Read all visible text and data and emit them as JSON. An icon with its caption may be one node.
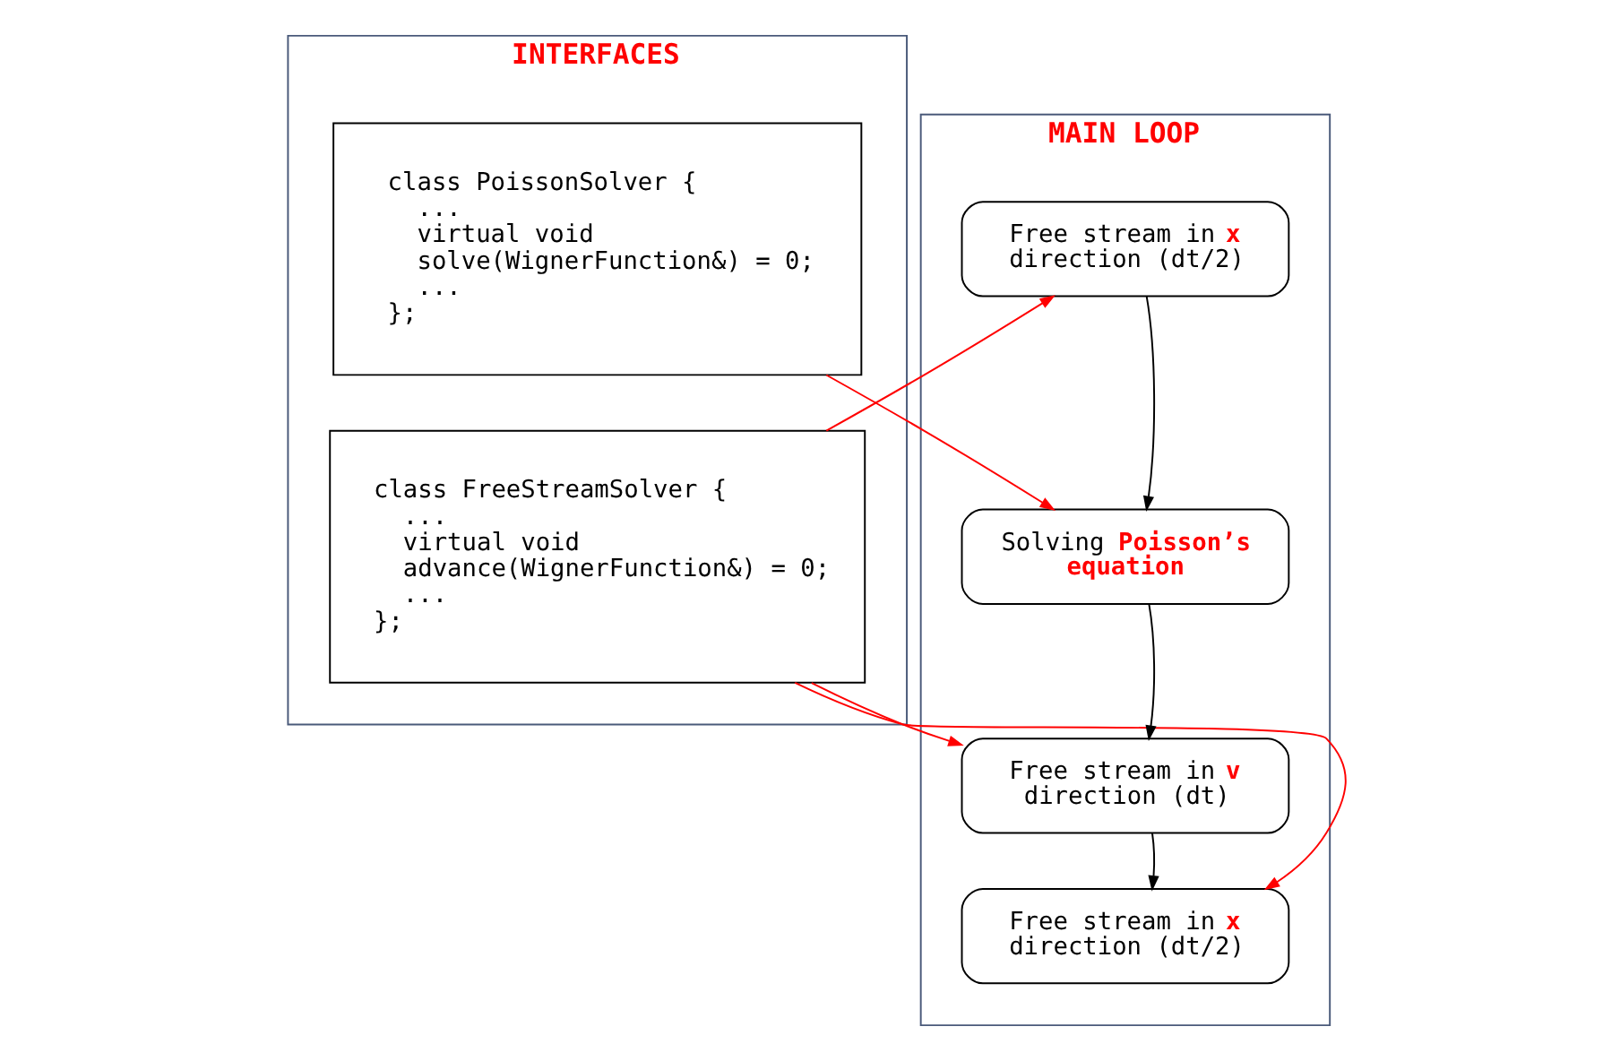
{
  "diagram": {
    "nodes": [
      {
        "text": [
          "INTERFACES"
        ]
      },
      {
        "text": [
          "class PoissonSolver {",
          "...",
          "virtual void",
          "solve(WignerFunction&) = 0;",
          "...",
          "};"
        ],
        "in": 0
      },
      {
        "text": [
          "class FreeStreamSolver {",
          "...",
          "virtual void",
          "advance(WignerFunction&) = 0;",
          "...",
          "};"
        ],
        "in": 0
      },
      {
        "text": [
          "MAIN LOOP"
        ]
      },
      {
        "text": [
          "Free stream in **x** direction (dt/2)"
        ],
        "in": 3
      },
      {
        "text": [
          "Solving **Poisson’s equation**"
        ],
        "in": 3
      },
      {
        "text": [
          "Free stream in **v** direction (dt)"
        ],
        "in": 3
      },
      {
        "text": [
          "Free stream in **x** direction (dt/2)"
        ],
        "in": 3
      }
    ],
    "edges": [
      {
        "from": 1,
        "to": 5,
        "arrow": "to",
        "color": "#ff0000"
      },
      {
        "from": 2,
        "to": 4,
        "arrow": "to",
        "color": "#ff0000"
      },
      {
        "from": 2,
        "to": 6,
        "arrow": "to",
        "color": "#ff0000"
      },
      {
        "from": 2,
        "to": 7,
        "arrow": "to",
        "color": "#ff0000"
      },
      {
        "from": 4,
        "to": 5,
        "arrow": "to",
        "color": "#000000"
      },
      {
        "from": 5,
        "to": 6,
        "arrow": "to",
        "color": "#000000"
      },
      {
        "from": 6,
        "to": 7,
        "arrow": "to",
        "color": "#000000"
      }
    ]
  }
}
